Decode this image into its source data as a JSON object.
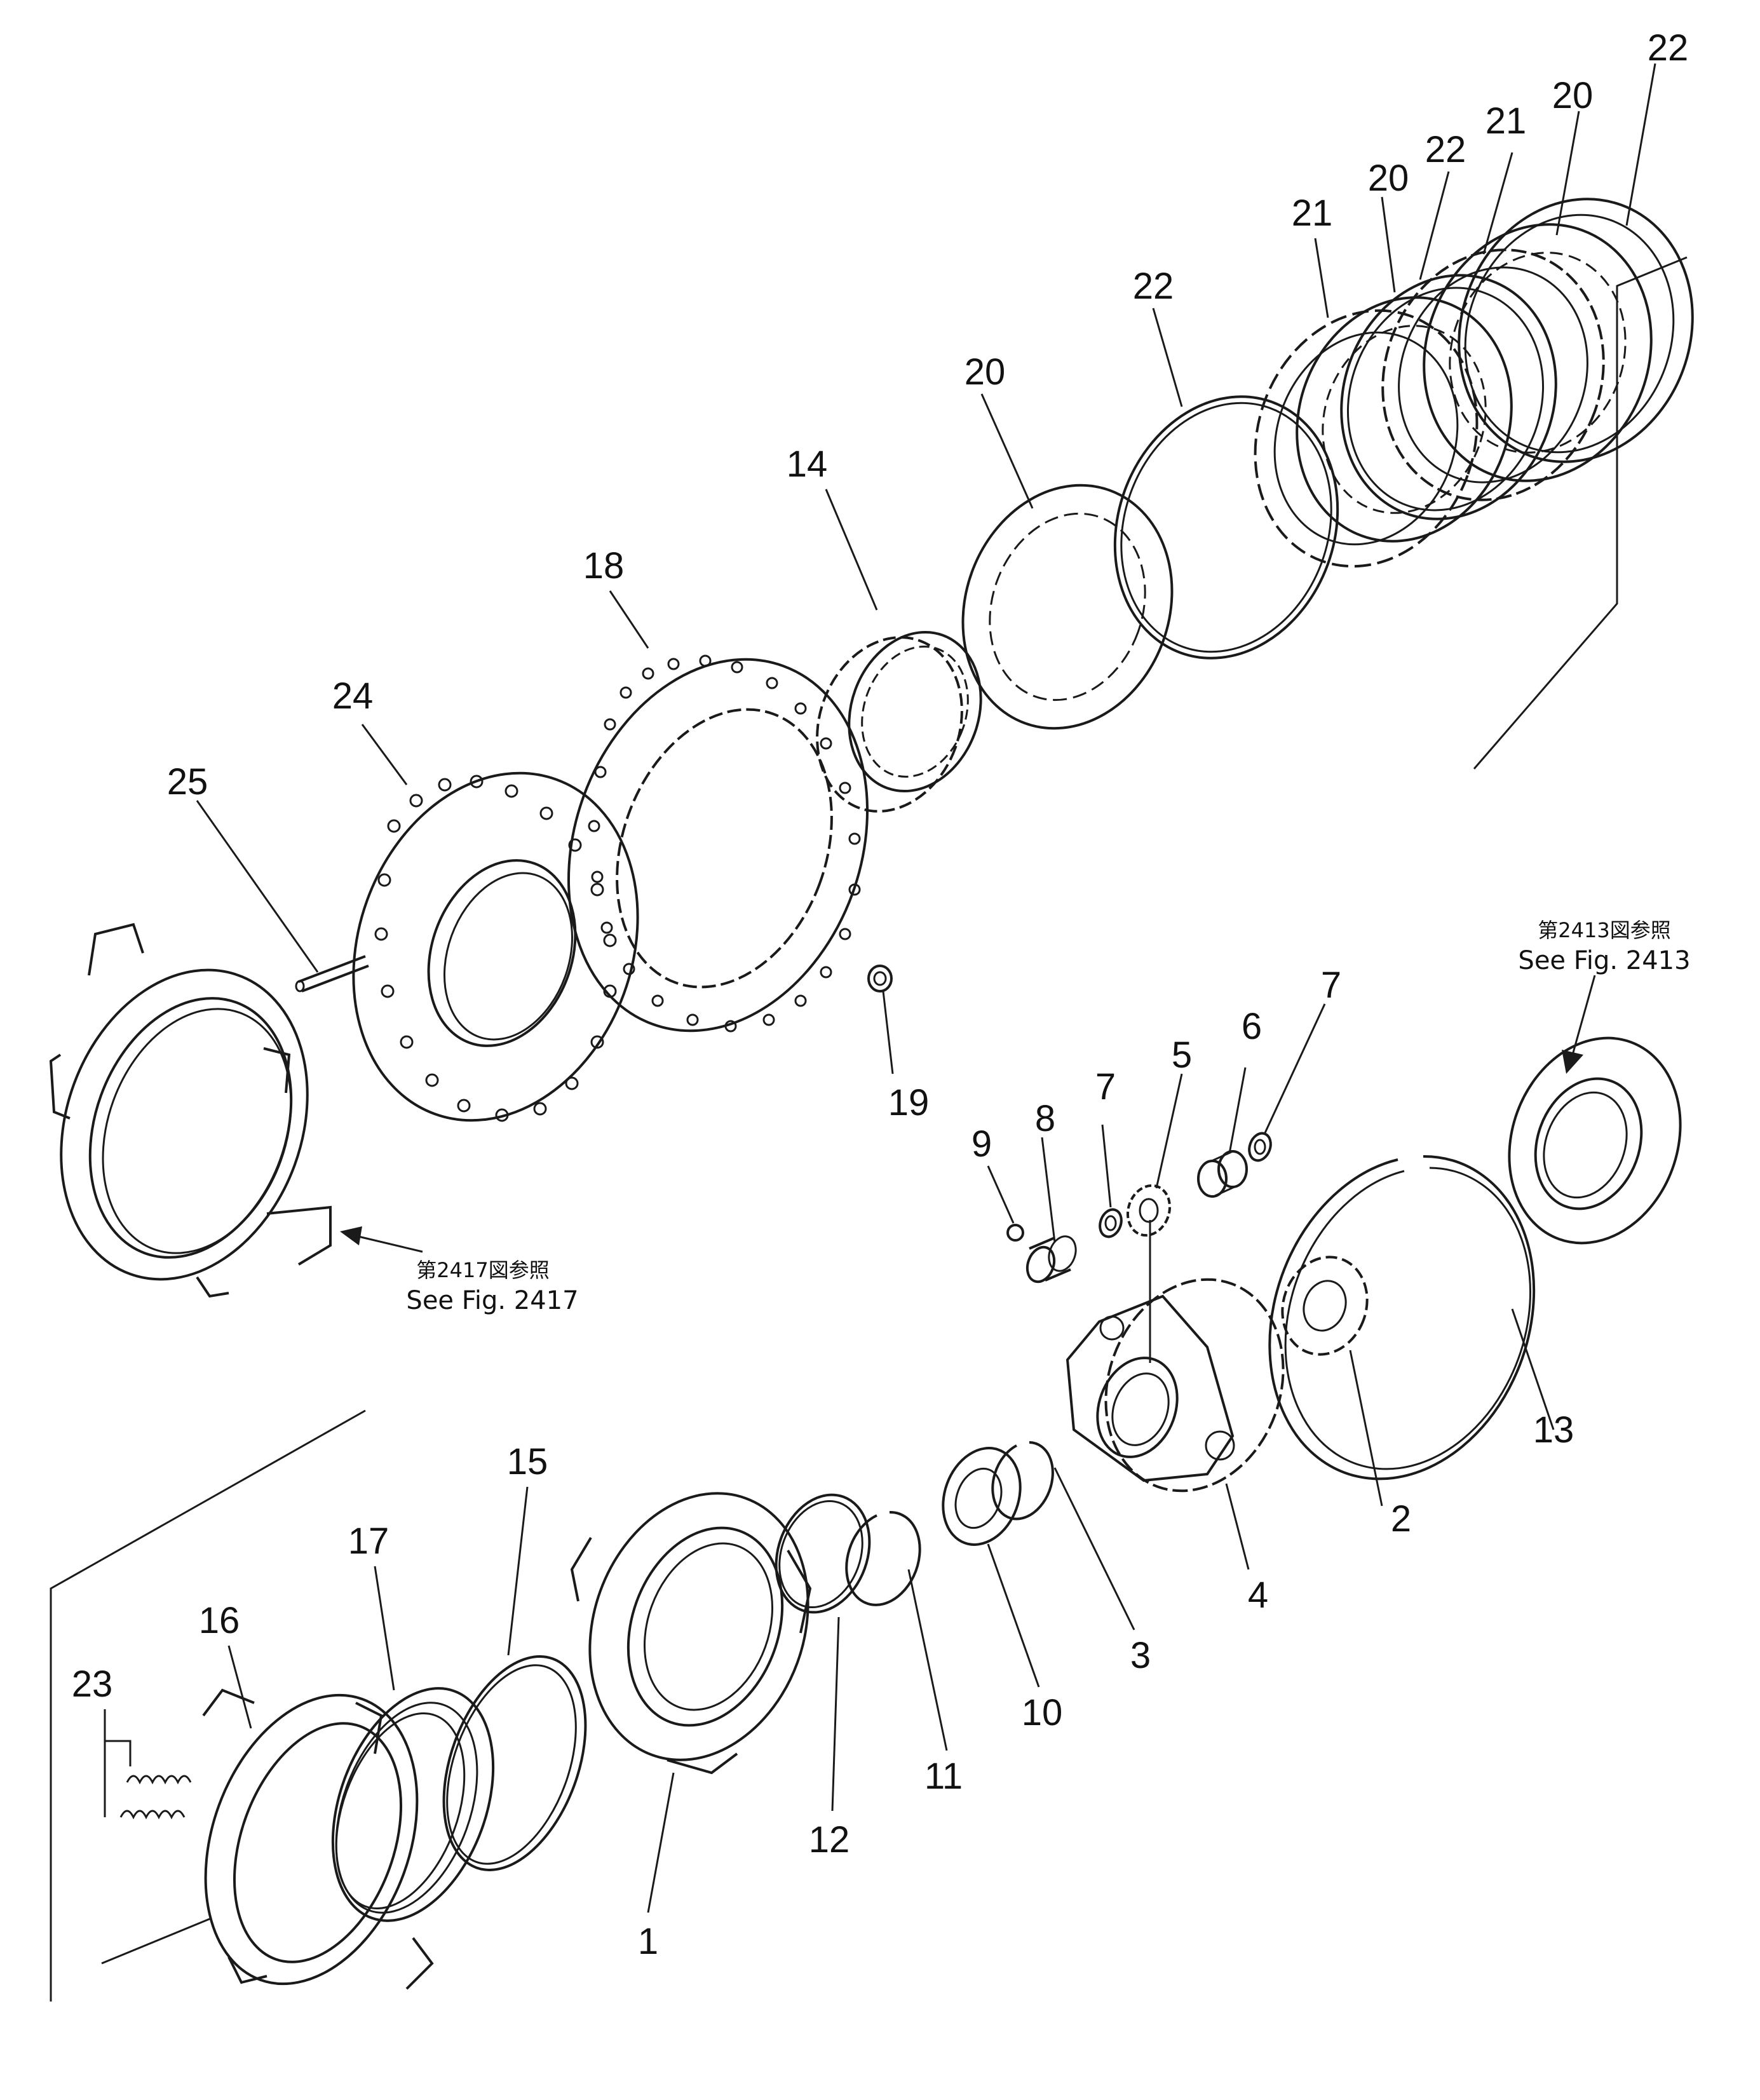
{
  "callouts": {
    "c1": "1",
    "c2": "2",
    "c3": "3",
    "c4": "4",
    "c5": "5",
    "c6": "6",
    "c7a": "7",
    "c7b": "7",
    "c8": "8",
    "c9": "9",
    "c10": "10",
    "c11": "11",
    "c12": "12",
    "c13": "13",
    "c14": "14",
    "c15": "15",
    "c16": "16",
    "c17": "17",
    "c18": "18",
    "c19": "19",
    "c20a": "20",
    "c20b": "20",
    "c20c": "20",
    "c21a": "21",
    "c21b": "21",
    "c22a": "22",
    "c22b": "22",
    "c22c": "22",
    "c23": "23",
    "c24": "24",
    "c25": "25"
  },
  "references": {
    "fig2413_jp": "第2413図参照",
    "fig2413_en": "See Fig. 2413",
    "fig2417_jp": "第2417図参照",
    "fig2417_en": "See Fig. 2417"
  }
}
